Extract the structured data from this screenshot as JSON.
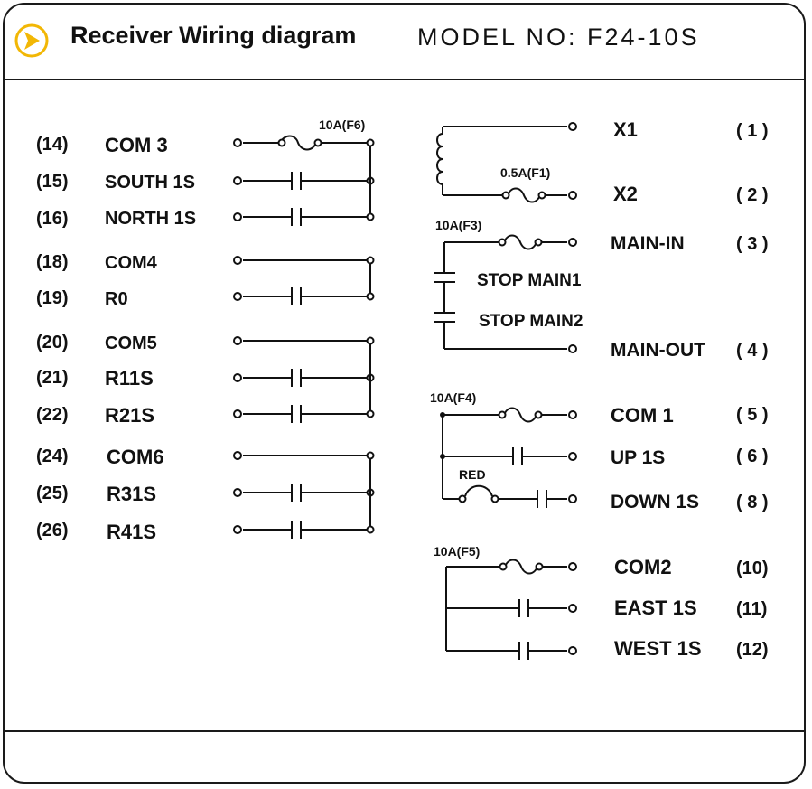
{
  "header": {
    "title": "Receiver Wiring diagram",
    "model": "MODEL NO: F24-10S",
    "logo_icon": "chevron-right-icon",
    "logo_color": "#f2b705"
  },
  "left_terminals": [
    {
      "num": "(14)",
      "label": "COM 3"
    },
    {
      "num": "(15)",
      "label": "SOUTH 1S"
    },
    {
      "num": "(16)",
      "label": "NORTH 1S"
    },
    {
      "num": "(18)",
      "label": "COM4"
    },
    {
      "num": "(19)",
      "label": "R0"
    },
    {
      "num": "(20)",
      "label": "COM5"
    },
    {
      "num": "(21)",
      "label": "R11S"
    },
    {
      "num": "(22)",
      "label": "R21S"
    },
    {
      "num": "(24)",
      "label": "COM6"
    },
    {
      "num": "(25)",
      "label": "R31S"
    },
    {
      "num": "(26)",
      "label": "R41S"
    }
  ],
  "right_terminals": [
    {
      "label": "X1",
      "num": "( 1 )"
    },
    {
      "label": "X2",
      "num": "( 2 )"
    },
    {
      "label": "MAIN-IN",
      "num": "( 3 )"
    },
    {
      "label": "MAIN-OUT",
      "num": "( 4 )"
    },
    {
      "label": "COM 1",
      "num": "( 5 )"
    },
    {
      "label": "UP  1S",
      "num": "( 6 )"
    },
    {
      "label": "DOWN 1S",
      "num": "( 8 )"
    },
    {
      "label": "COM2",
      "num": "(10)"
    },
    {
      "label": "EAST 1S",
      "num": "(11)"
    },
    {
      "label": "WEST 1S",
      "num": "(12)"
    }
  ],
  "fuses": {
    "f6": "10A(F6)",
    "f1": "0.5A(F1)",
    "f3": "10A(F3)",
    "f4": "10A(F4)",
    "f5": "10A(F5)"
  },
  "stops": {
    "stop1": "STOP MAIN1",
    "stop2": "STOP MAIN2"
  },
  "red_label": "RED"
}
